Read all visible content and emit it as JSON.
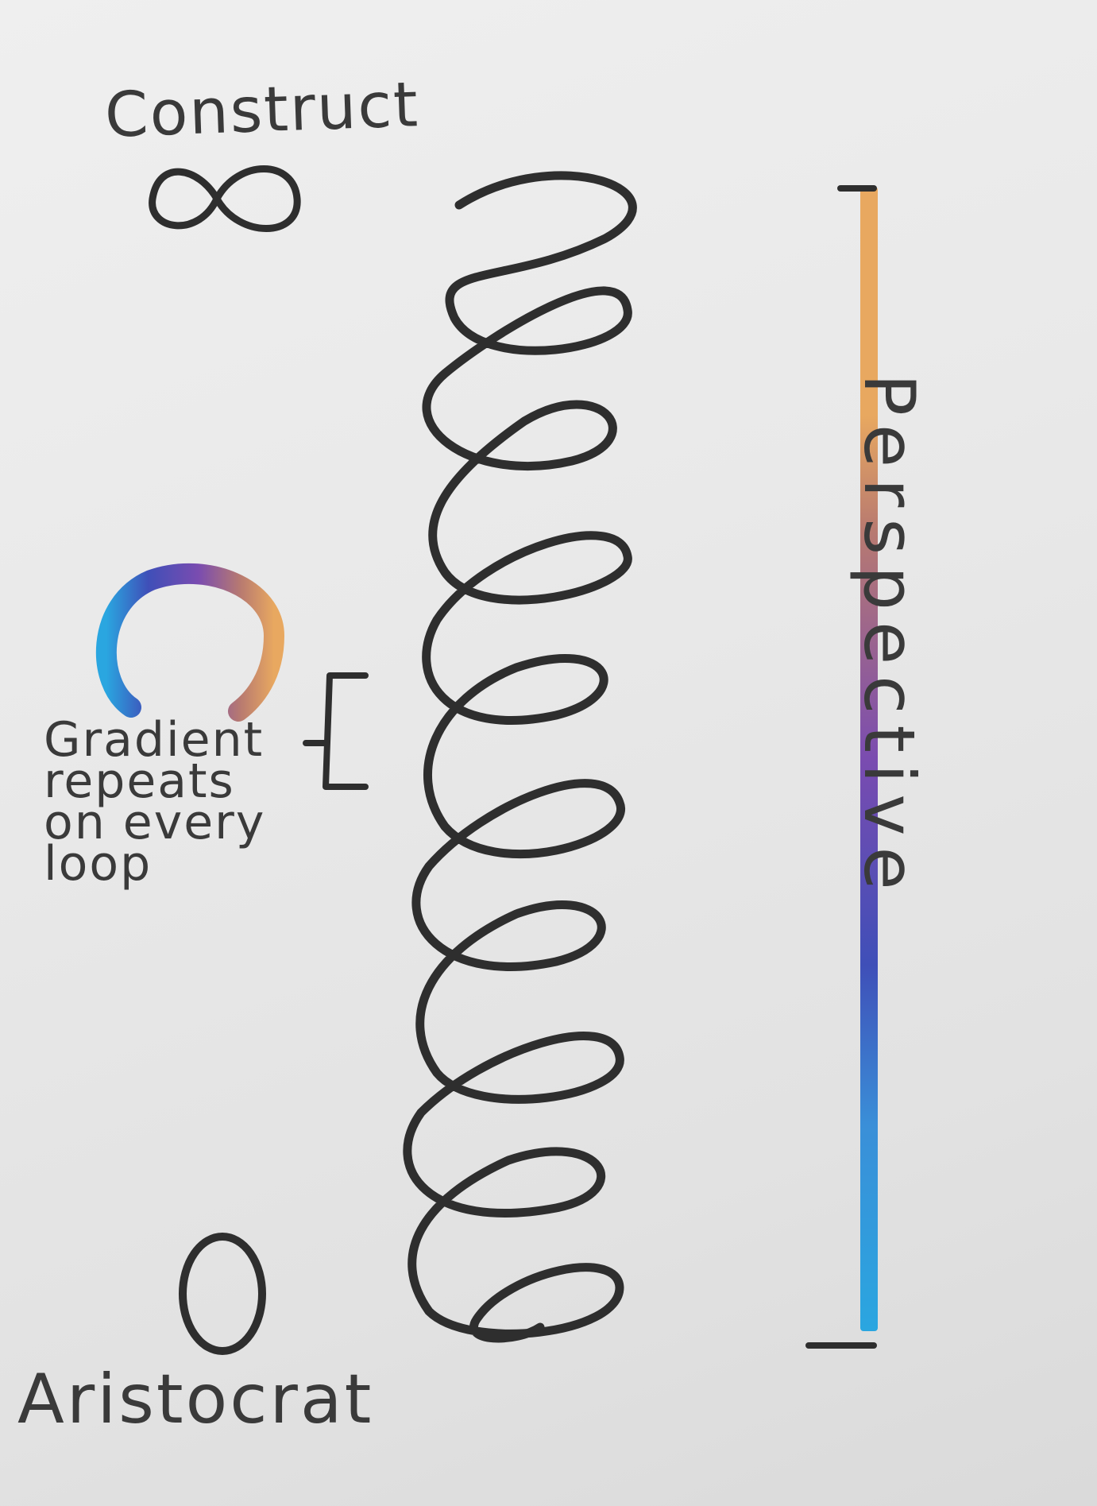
{
  "labels": {
    "construct": "Construct",
    "aristocrat": "Aristocrat",
    "perspective": "Perspective"
  },
  "note": {
    "lines": [
      "Gradient",
      "repeats",
      "on every",
      "loop"
    ]
  },
  "gradient": {
    "colors": [
      "#e8a860",
      "#b87a70",
      "#7a4cb0",
      "#3f4fb8",
      "#3a8fd8",
      "#2aa6e0"
    ]
  },
  "colors": {
    "pencil": "#2e2e2e",
    "paper": "#ececec"
  }
}
